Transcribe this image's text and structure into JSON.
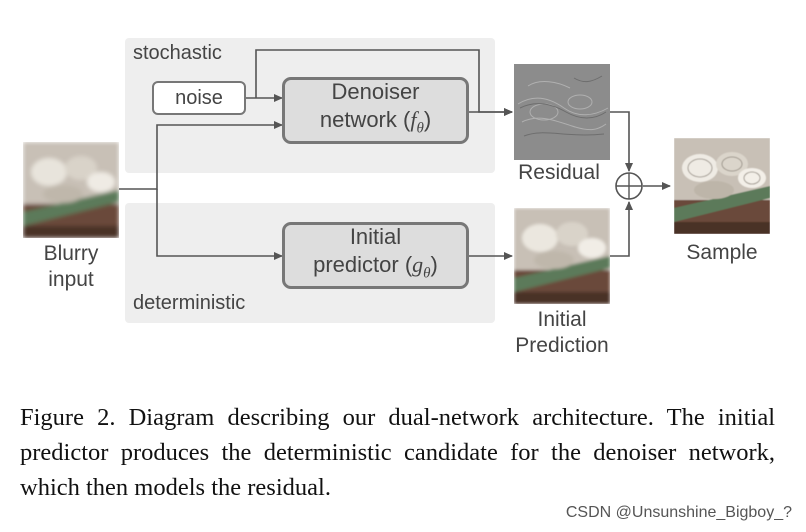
{
  "figure": {
    "regions": {
      "stochastic_label": "stochastic",
      "deterministic_label": "deterministic"
    },
    "noise_label": "noise",
    "denoiser": {
      "line1": "Denoiser",
      "line2_prefix": "network (",
      "symbol": "f",
      "subscript": "θ",
      "line2_suffix": ")"
    },
    "predictor": {
      "line1": "Initial",
      "line2_prefix": "predictor (",
      "symbol": "g",
      "subscript": "θ",
      "line2_suffix": ")"
    },
    "labels": {
      "blurry_line1": "Blurry",
      "blurry_line2": "input",
      "residual": "Residual",
      "initial_line1": "Initial",
      "initial_line2": "Prediction",
      "sample": "Sample"
    },
    "plus_symbol": "+"
  },
  "caption": "Figure 2. Diagram describing our dual-network architecture. The initial predictor produces the deterministic candidate for the de­noiser network, which then models the residual.",
  "watermark": "CSDN @Unsunshine_Bigboy_?",
  "colors": {
    "region_bg": "#eeeeee",
    "box_fill": "#dddddd",
    "box_border": "#777777",
    "arrow": "#555555"
  }
}
